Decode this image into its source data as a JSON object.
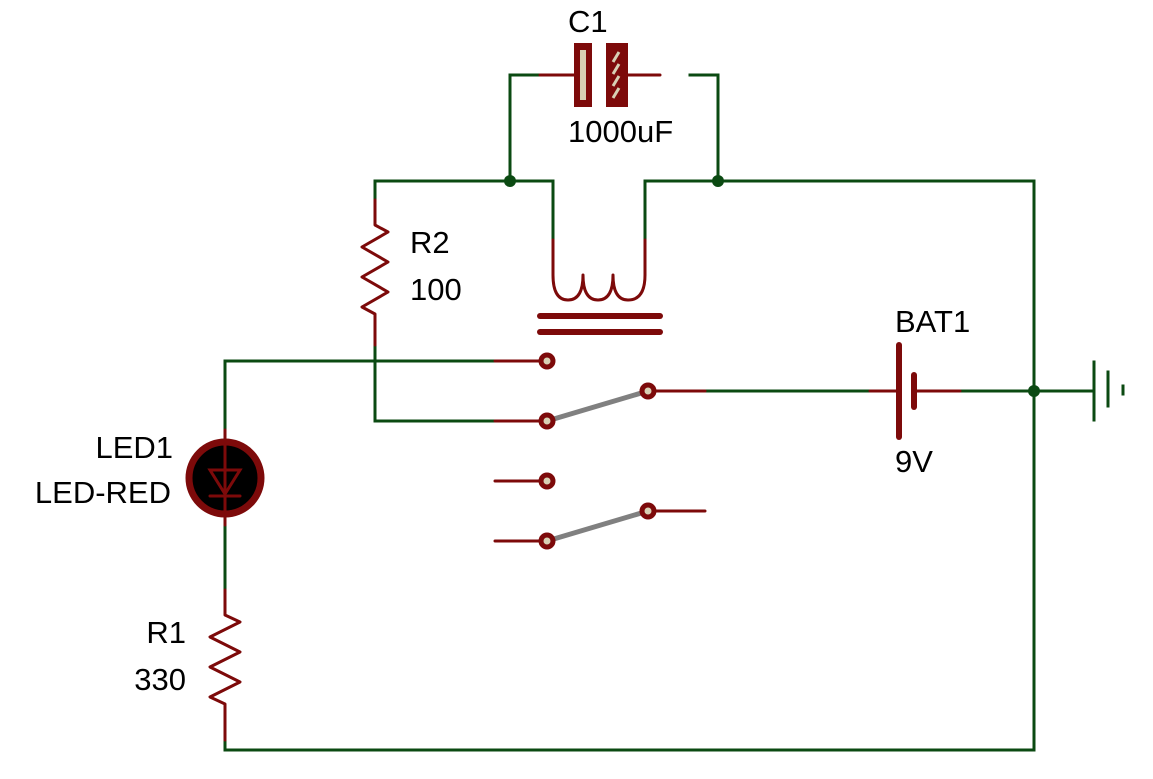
{
  "diagram": {
    "type": "circuit-schematic",
    "components": {
      "capacitor": {
        "ref": "C1",
        "value": "1000uF"
      },
      "resistor_r2": {
        "ref": "R2",
        "value": "100"
      },
      "resistor_r1": {
        "ref": "R1",
        "value": "330"
      },
      "led": {
        "ref": "LED1",
        "value": "LED-RED"
      },
      "battery": {
        "ref": "BAT1",
        "value": "9V"
      },
      "relay": {
        "ref": "",
        "value": ""
      }
    },
    "colors": {
      "wire": "#0b4a12",
      "component": "#7d0a0a",
      "switch_lever": "#808080",
      "background": "#ffffff"
    }
  }
}
